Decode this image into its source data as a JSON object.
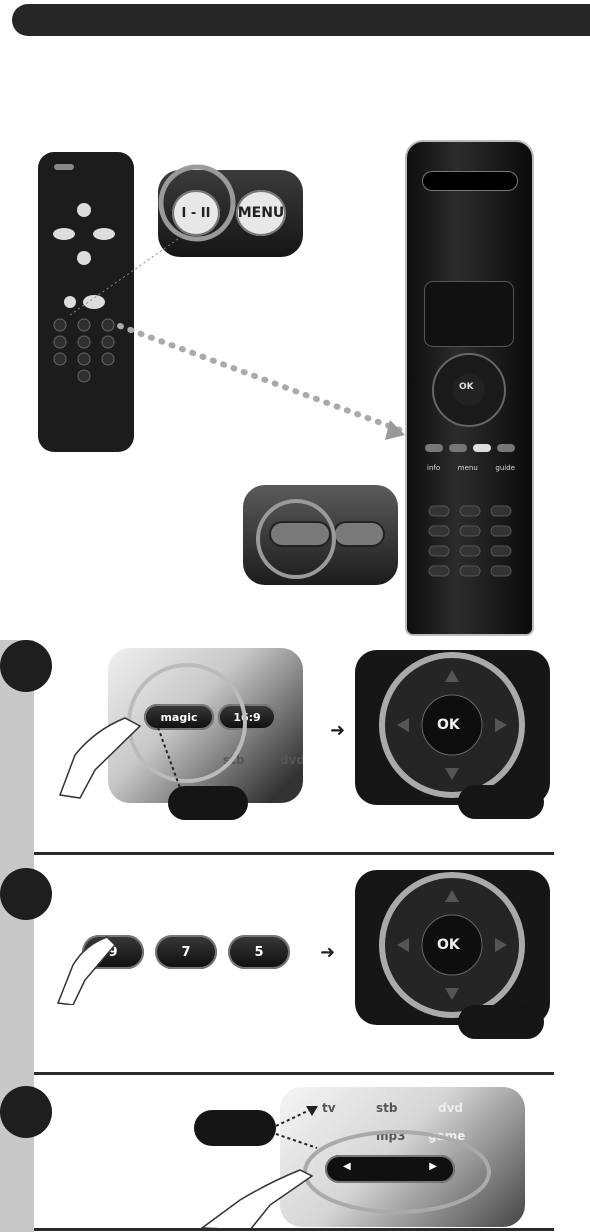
{
  "top_zoom": {
    "btn1": "I - II",
    "btn2": "MENU"
  },
  "step1": {
    "btn_magic": "magic",
    "btn_169": "16:9",
    "lbl_stb": "stb",
    "lbl_dvd": "dvd",
    "ok": "OK"
  },
  "step2": {
    "keys": [
      "9",
      "7",
      "5"
    ],
    "ok": "OK"
  },
  "step3": {
    "lbl_tv": "tv",
    "lbl_stb": "stb",
    "lbl_dvd": "dvd",
    "lbl_mp3": "mp3",
    "lbl_game": "game"
  },
  "remote_right": {
    "ok": "OK",
    "info": "info",
    "menu": "menu",
    "guide": "guide"
  }
}
